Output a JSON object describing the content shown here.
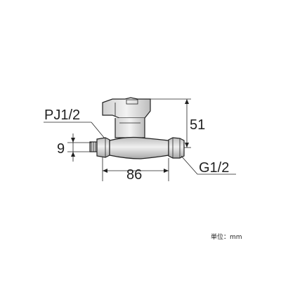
{
  "diagram": {
    "labels": {
      "inlet_thread": "PJ1/2",
      "outlet_thread": "G1/2",
      "height": "51",
      "length": "86",
      "inlet_offset": "9",
      "unit": "単位：mm"
    },
    "colors": {
      "line": "#222222",
      "body_fill": "#d0d0d0",
      "body_highlight": "#ececec",
      "background": "#ffffff"
    }
  }
}
